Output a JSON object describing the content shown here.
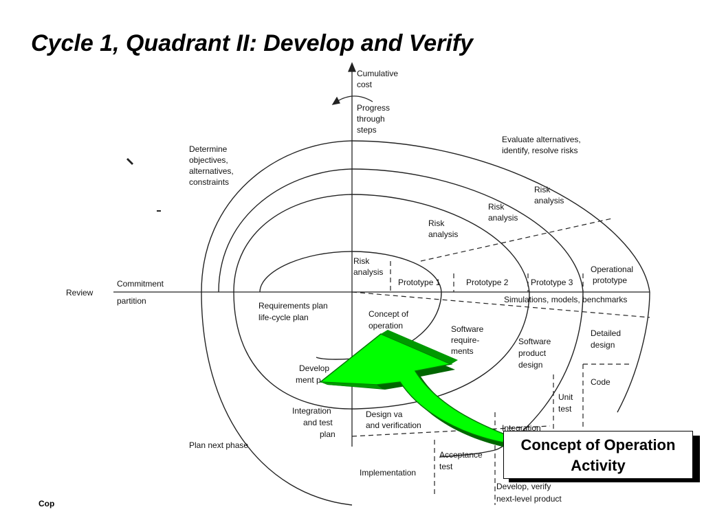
{
  "slide": {
    "title": "Cycle 1, Quadrant II: Develop and Verify",
    "footer": "Cop"
  },
  "diagram": {
    "axis_top": [
      "Cumulative",
      "cost"
    ],
    "progress": [
      "Progress",
      "through",
      "steps"
    ],
    "determine": [
      "Determine",
      "objectives,",
      "alternatives,",
      "constraints"
    ],
    "evaluate": [
      "Evaluate alternatives,",
      "identify, resolve risks"
    ],
    "risk_analysis_1": [
      "Risk",
      "analysis"
    ],
    "risk_analysis_2": [
      "Risk",
      "analysis"
    ],
    "risk_analysis_3": [
      "Risk",
      "analysis"
    ],
    "risk_analysis_4": [
      "Risk",
      "analysis"
    ],
    "review": "Review",
    "commitment": "Commitment",
    "partition": "partition",
    "prototype_1": "Prototype 1",
    "prototype_2": "Prototype 2",
    "prototype_3": "Prototype 3",
    "operational_prototype": [
      "Operational",
      "prototype"
    ],
    "simulations": "Simulations, models, benchmarks",
    "requirements_plan": [
      "Requirements plan",
      "life-cycle plan"
    ],
    "concept_of_operation": [
      "Concept of",
      "operation"
    ],
    "software_requirements": [
      "Software",
      "require-",
      "ments"
    ],
    "software_product_design": [
      "Software",
      "product",
      "design"
    ],
    "detailed_design": [
      "Detailed",
      "design"
    ],
    "code": "Code",
    "development_plan": [
      "Develop",
      "ment p"
    ],
    "unit_test": [
      "Unit",
      "test"
    ],
    "integration_test_plan": [
      "Integration",
      "and test",
      "plan"
    ],
    "design_validation": [
      "Design va",
      "and verification"
    ],
    "integration": "Integration",
    "plan_next_phase": "Plan next phase",
    "acceptance_test": [
      "Acceptance",
      "test"
    ],
    "implementation": "Implementation",
    "develop_verify": [
      "Develop, verify",
      "next-level product"
    ]
  },
  "callout": {
    "line1": "Concept of Operation",
    "line2": "Activity"
  },
  "colors": {
    "arrow_fill": "#00ff00",
    "arrow_dark": "#006600",
    "arrow_mid": "#009900",
    "line": "#222222"
  }
}
